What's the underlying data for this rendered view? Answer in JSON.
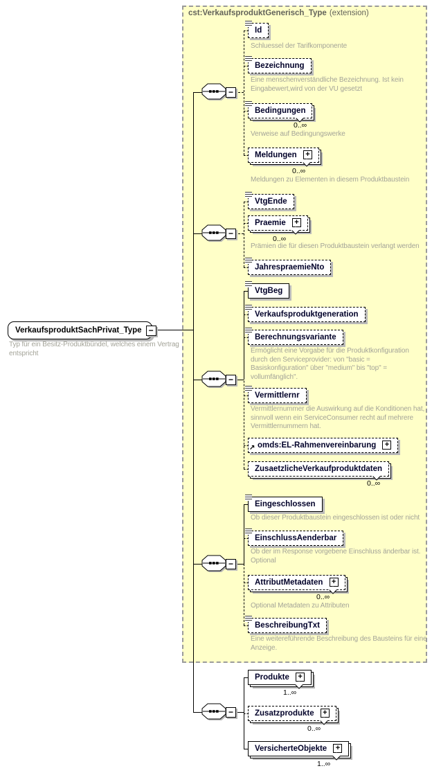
{
  "header": {
    "type_name": "cst:VerkaufsproduktGenerisch_Type",
    "kind": "(extension)"
  },
  "root": {
    "label": "VerkaufsproduktSachPrivat_Type",
    "annotation": "Typ für ein Besitz-Produktbündel, welches einem Vertrag entspricht"
  },
  "icons": {
    "expand": "+",
    "collapse": "−",
    "reference": "↗"
  },
  "colors": {
    "extension_background": "#ffffc8",
    "annotation_text": "#a3a398",
    "shadow": "#b9b9b9"
  },
  "groups": [
    {
      "items": [
        {
          "label": "Id",
          "annotation": "Schluessel der Tarifkomponente"
        },
        {
          "label": "Bezeichnung",
          "annotation": "Eine menschenverständliche Bezeichnung. Ist kein Eingabewert,wird von der VU gesetzt"
        },
        {
          "label": "Bedingungen",
          "occurrence": "0..∞",
          "annotation": "Verweise auf Bedingungswerke"
        },
        {
          "label": "Meldungen",
          "occurrence": "0..∞",
          "annotation": "Meldungen zu Elementen in diesem Produktbaustein"
        }
      ]
    },
    {
      "items": [
        {
          "label": "VtgEnde"
        },
        {
          "label": "Praemie",
          "occurrence": "0..∞",
          "annotation": "Prämien die für diesen Produktbaustein verlangt werden"
        },
        {
          "label": "JahrespraemieNto"
        }
      ]
    },
    {
      "items": [
        {
          "label": "VtgBeg"
        },
        {
          "label": "Verkaufsproduktgeneration"
        },
        {
          "label": "Berechnungsvariante",
          "annotation": "Ermöglicht eine Vorgabe für die Produktkonfiguration durch den Serviceprovider: von \"basic = Basiskonfiguration\" über \"medium\" bis \"top\" = vollumfänglich\"."
        },
        {
          "label": "Vermittlernr",
          "annotation": "Vermittlernummer die Auswirkung auf die Konditionen hat, sinnvoll wenn ein ServiceConsumer recht auf mehrere Vermittlernummern hat."
        },
        {
          "label": "omds:EL-Rahmenvereinbarung"
        },
        {
          "label": "ZusaetzlicheVerkaufproduktdaten",
          "occurrence": "0..∞"
        }
      ]
    },
    {
      "items": [
        {
          "label": "Eingeschlossen",
          "annotation": "Ob dieser Produktbaustein eingeschlossen ist oder nicht"
        },
        {
          "label": "EinschlussAenderbar",
          "annotation": "Ob der im Response vorgebene Einschluss änderbar ist. Optional"
        },
        {
          "label": "AttributMetadaten",
          "occurrence": "0..∞",
          "annotation": "Optional Metadaten zu Attributen"
        },
        {
          "label": "BeschreibungTxt",
          "annotation": "Eine weitereführende Beschreibung des Bausteins für eine Anzeige."
        }
      ]
    },
    {
      "items": [
        {
          "label": "Produkte",
          "occurrence": "1..∞"
        },
        {
          "label": "Zusatzprodukte",
          "occurrence": "0..∞"
        },
        {
          "label": "VersicherteObjekte",
          "occurrence": "1..∞"
        }
      ]
    }
  ]
}
